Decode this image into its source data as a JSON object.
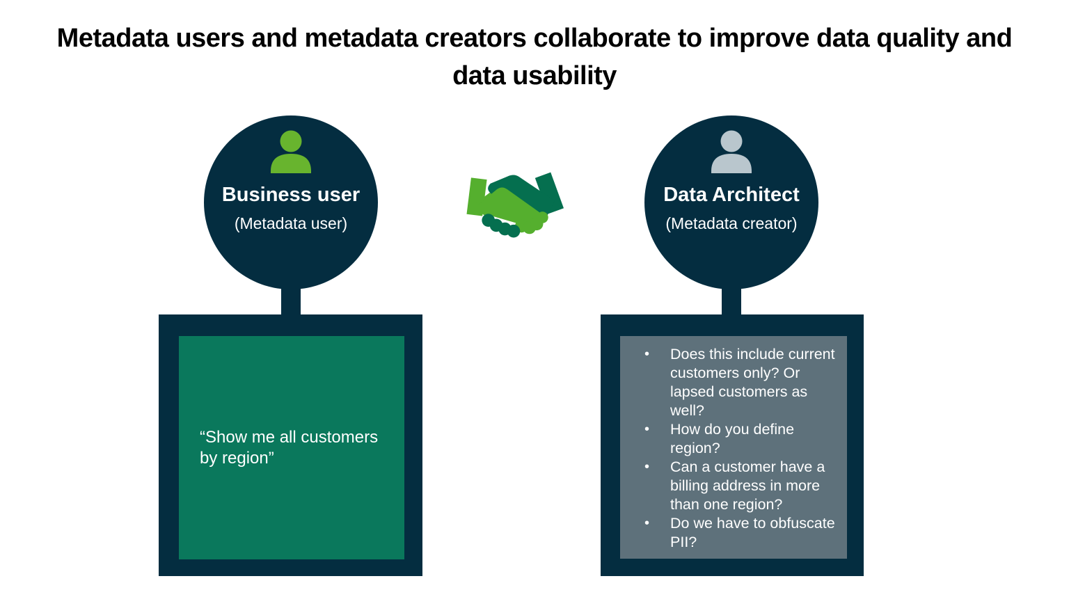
{
  "title_lines": [
    "Metadata users and metadata creators collaborate to improve data quality and",
    "data usability"
  ],
  "colors": {
    "dark_navy": "#042d40",
    "teal_green": "#0a785c",
    "slate_gray": "#5e717b",
    "person_green": "#68b42e",
    "person_gray": "#b9c6cd",
    "shake_light": "#55af2e",
    "shake_dark": "#056f4f",
    "title_black": "#000000",
    "text_white": "#ffffff"
  },
  "left": {
    "icon": "person-icon",
    "role": "Business user",
    "subrole": "(Metadata user)",
    "quote": "“Show me all customers by region”"
  },
  "connector": {
    "icon": "handshake-icon"
  },
  "right": {
    "icon": "person-icon",
    "role": "Data Architect",
    "subrole": "(Metadata creator)",
    "questions": [
      "Does this include current customers only? Or lapsed customers as well?",
      "How do you define region?",
      "Can a customer have a billing address in more than one region?",
      "Do we have to obfuscate PII?"
    ]
  }
}
